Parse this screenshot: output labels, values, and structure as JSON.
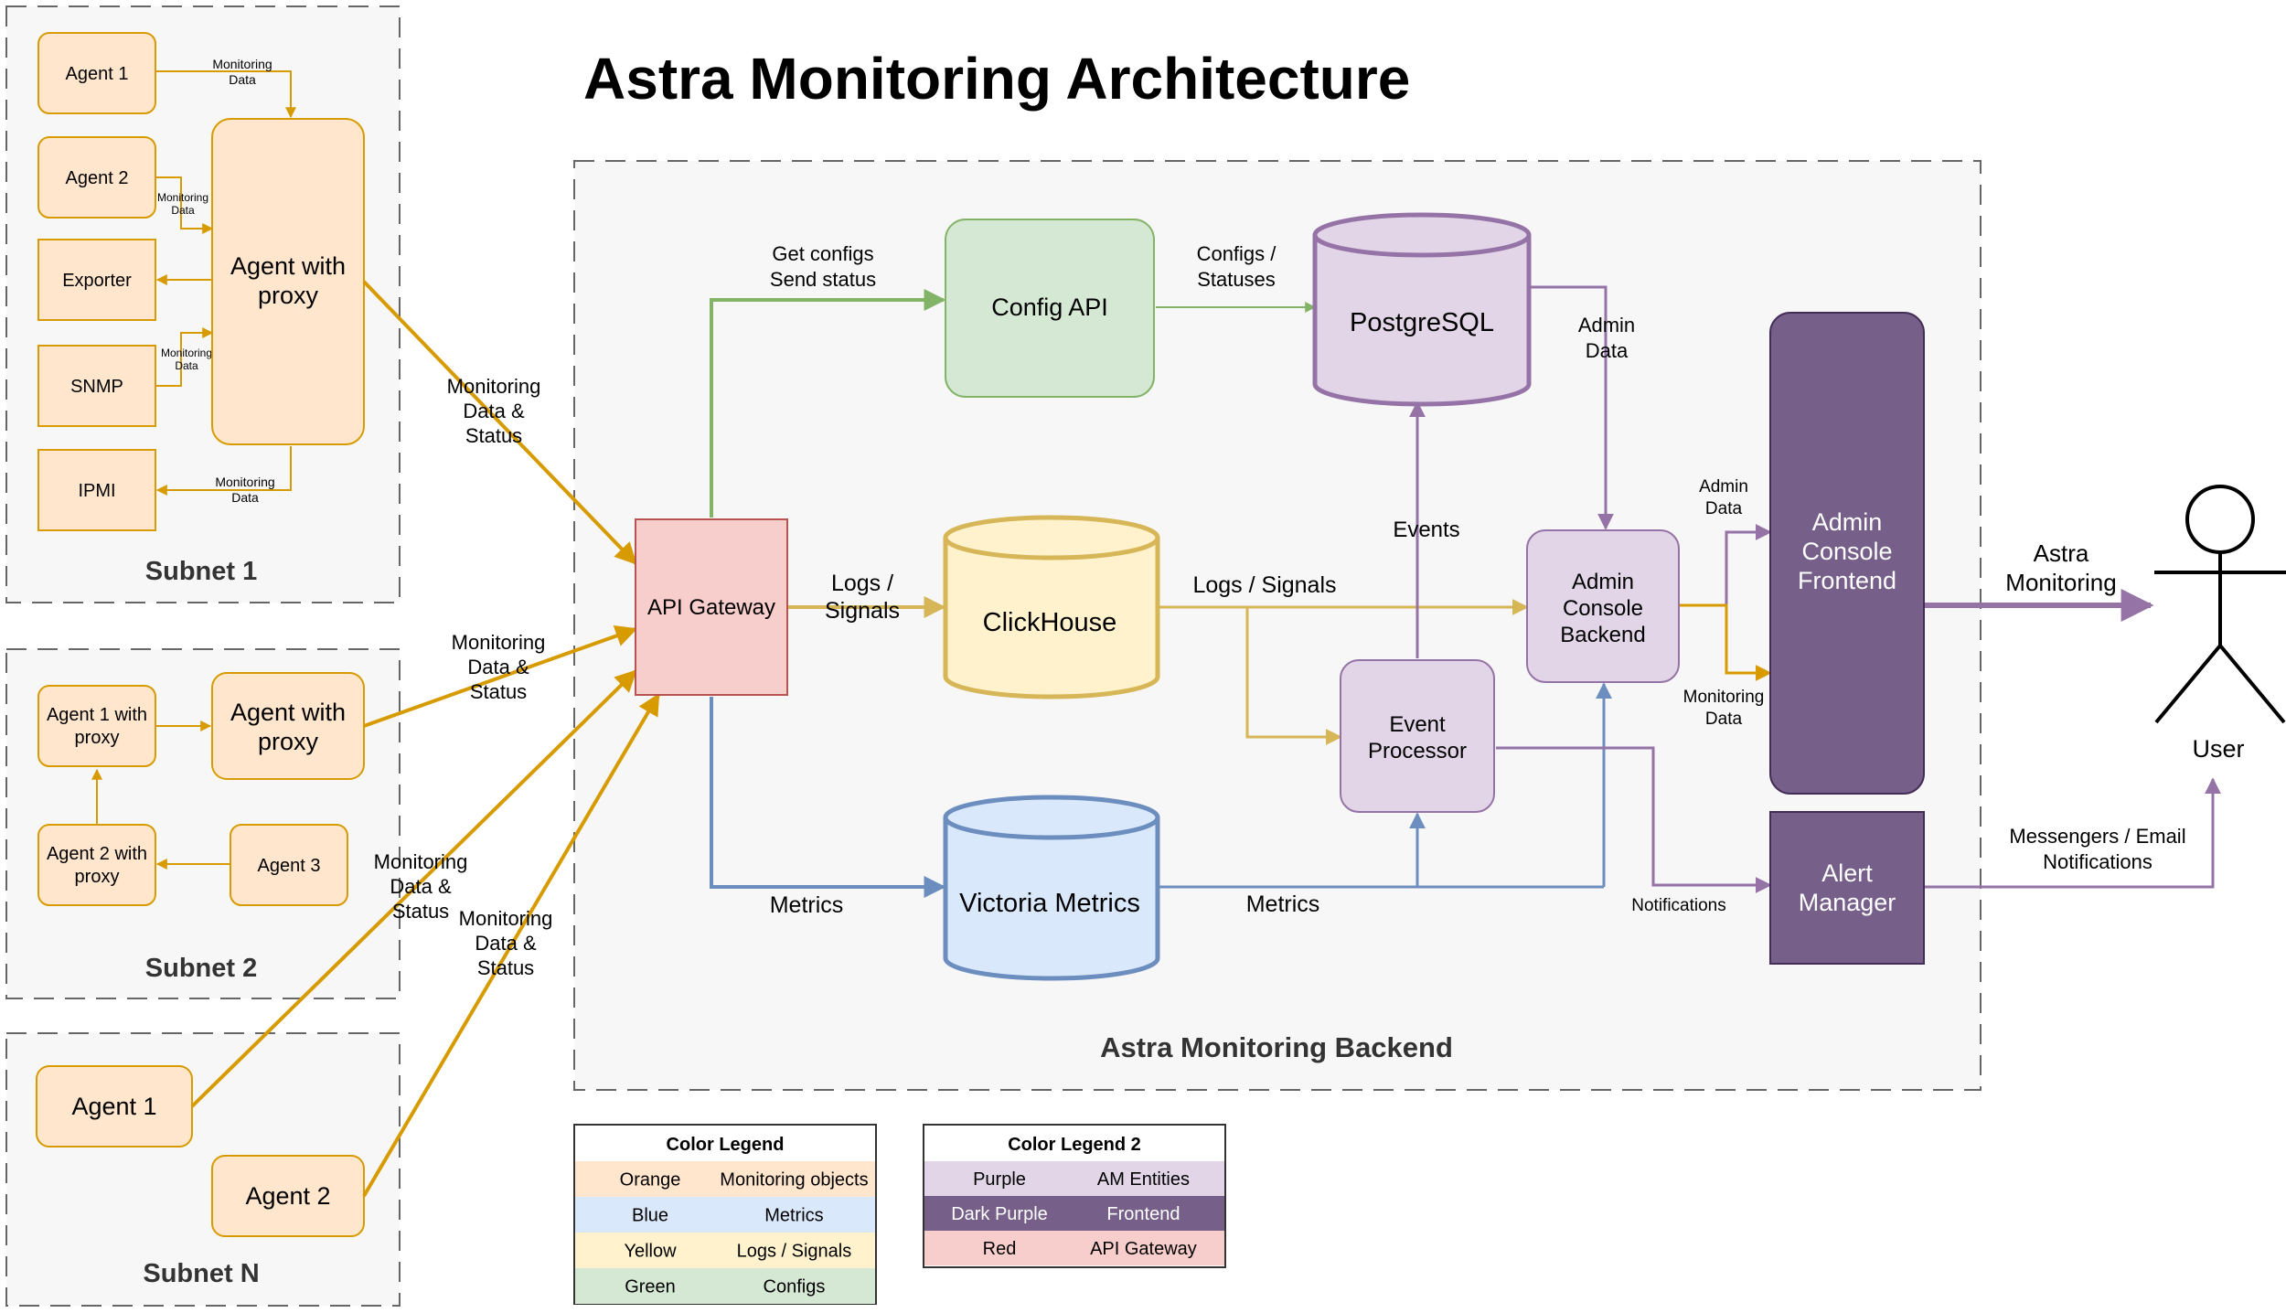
{
  "title": "Astra Monitoring Architecture",
  "subnet1": {
    "label": "Subnet 1",
    "agent1": "Agent 1",
    "agent2": "Agent 2",
    "exporter": "Exporter",
    "snmp": "SNMP",
    "ipmi": "IPMI",
    "proxy": [
      "Agent with",
      "proxy"
    ],
    "edge_monitoring_data": [
      "Monitoring",
      "Data"
    ]
  },
  "subnet2": {
    "label": "Subnet 2",
    "agent1_proxy": [
      "Agent 1 with",
      "proxy"
    ],
    "agent2_proxy": [
      "Agent 2 with",
      "proxy"
    ],
    "agent3": "Agent 3",
    "proxy": [
      "Agent with",
      "proxy"
    ]
  },
  "subnetN": {
    "label": "Subnet N",
    "agent1": "Agent 1",
    "agent2": "Agent 2"
  },
  "flow_label_monitoring_status": [
    "Monitoring",
    "Data &",
    "Status"
  ],
  "backend": {
    "label": "Astra Monitoring Backend",
    "api_gateway": "API Gateway",
    "config_api": "Config API",
    "postgresql": "PostgreSQL",
    "clickhouse": "ClickHouse",
    "victoria_metrics": "Victoria Metrics",
    "event_processor": [
      "Event",
      "Processor"
    ],
    "admin_backend": [
      "Admin",
      "Console",
      "Backend"
    ],
    "admin_frontend": [
      "Admin",
      "Console",
      "Frontend"
    ],
    "alert_manager": [
      "Alert",
      "Manager"
    ],
    "edge_get_configs": [
      "Get configs",
      "Send status"
    ],
    "edge_configs_statuses": [
      "Configs /",
      "Statuses"
    ],
    "edge_admin_data": [
      "Admin",
      "Data"
    ],
    "edge_logs_signals_2line": [
      "Logs /",
      "Signals"
    ],
    "edge_logs_signals": "Logs / Signals",
    "edge_events": "Events",
    "edge_metrics": "Metrics",
    "edge_monitoring_data": [
      "Monitoring",
      "Data"
    ],
    "edge_notifications": "Notifications"
  },
  "user": {
    "label": "User",
    "edge_astra_monitoring": [
      "Astra",
      "Monitoring"
    ],
    "edge_messengers": [
      "Messengers / Email",
      "Notifications"
    ]
  },
  "legend1": {
    "title": "Color Legend",
    "rows": [
      {
        "color": "Orange",
        "meaning": "Monitoring objects",
        "hex": "#ffe6cc"
      },
      {
        "color": "Blue",
        "meaning": "Metrics",
        "hex": "#dae8fc"
      },
      {
        "color": "Yellow",
        "meaning": "Logs / Signals",
        "hex": "#fff2cc"
      },
      {
        "color": "Green",
        "meaning": "Configs",
        "hex": "#d5e8d4"
      }
    ]
  },
  "legend2": {
    "title": "Color Legend 2",
    "rows": [
      {
        "color": "Purple",
        "meaning": "AM Entities",
        "hex": "#e1d5e7",
        "text": "#000000"
      },
      {
        "color": "Dark Purple",
        "meaning": "Frontend",
        "hex": "#76608a",
        "text": "#ffffff"
      },
      {
        "color": "Red",
        "meaning": "API Gateway",
        "hex": "#f8cecc",
        "text": "#000000"
      }
    ]
  },
  "colors": {
    "orange_fill": "#ffe6cc",
    "orange_stroke": "#d79b00",
    "green_fill": "#d5e8d4",
    "green_stroke": "#82b366",
    "yellow_fill": "#fff2cc",
    "yellow_stroke": "#d6b656",
    "blue_fill": "#dae8fc",
    "blue_stroke": "#6c8ebf",
    "purple_fill": "#e1d5e7",
    "purple_stroke": "#9673a6",
    "dark_purple": "#76608a",
    "red_fill": "#f8cecc",
    "red_stroke": "#b85450"
  }
}
